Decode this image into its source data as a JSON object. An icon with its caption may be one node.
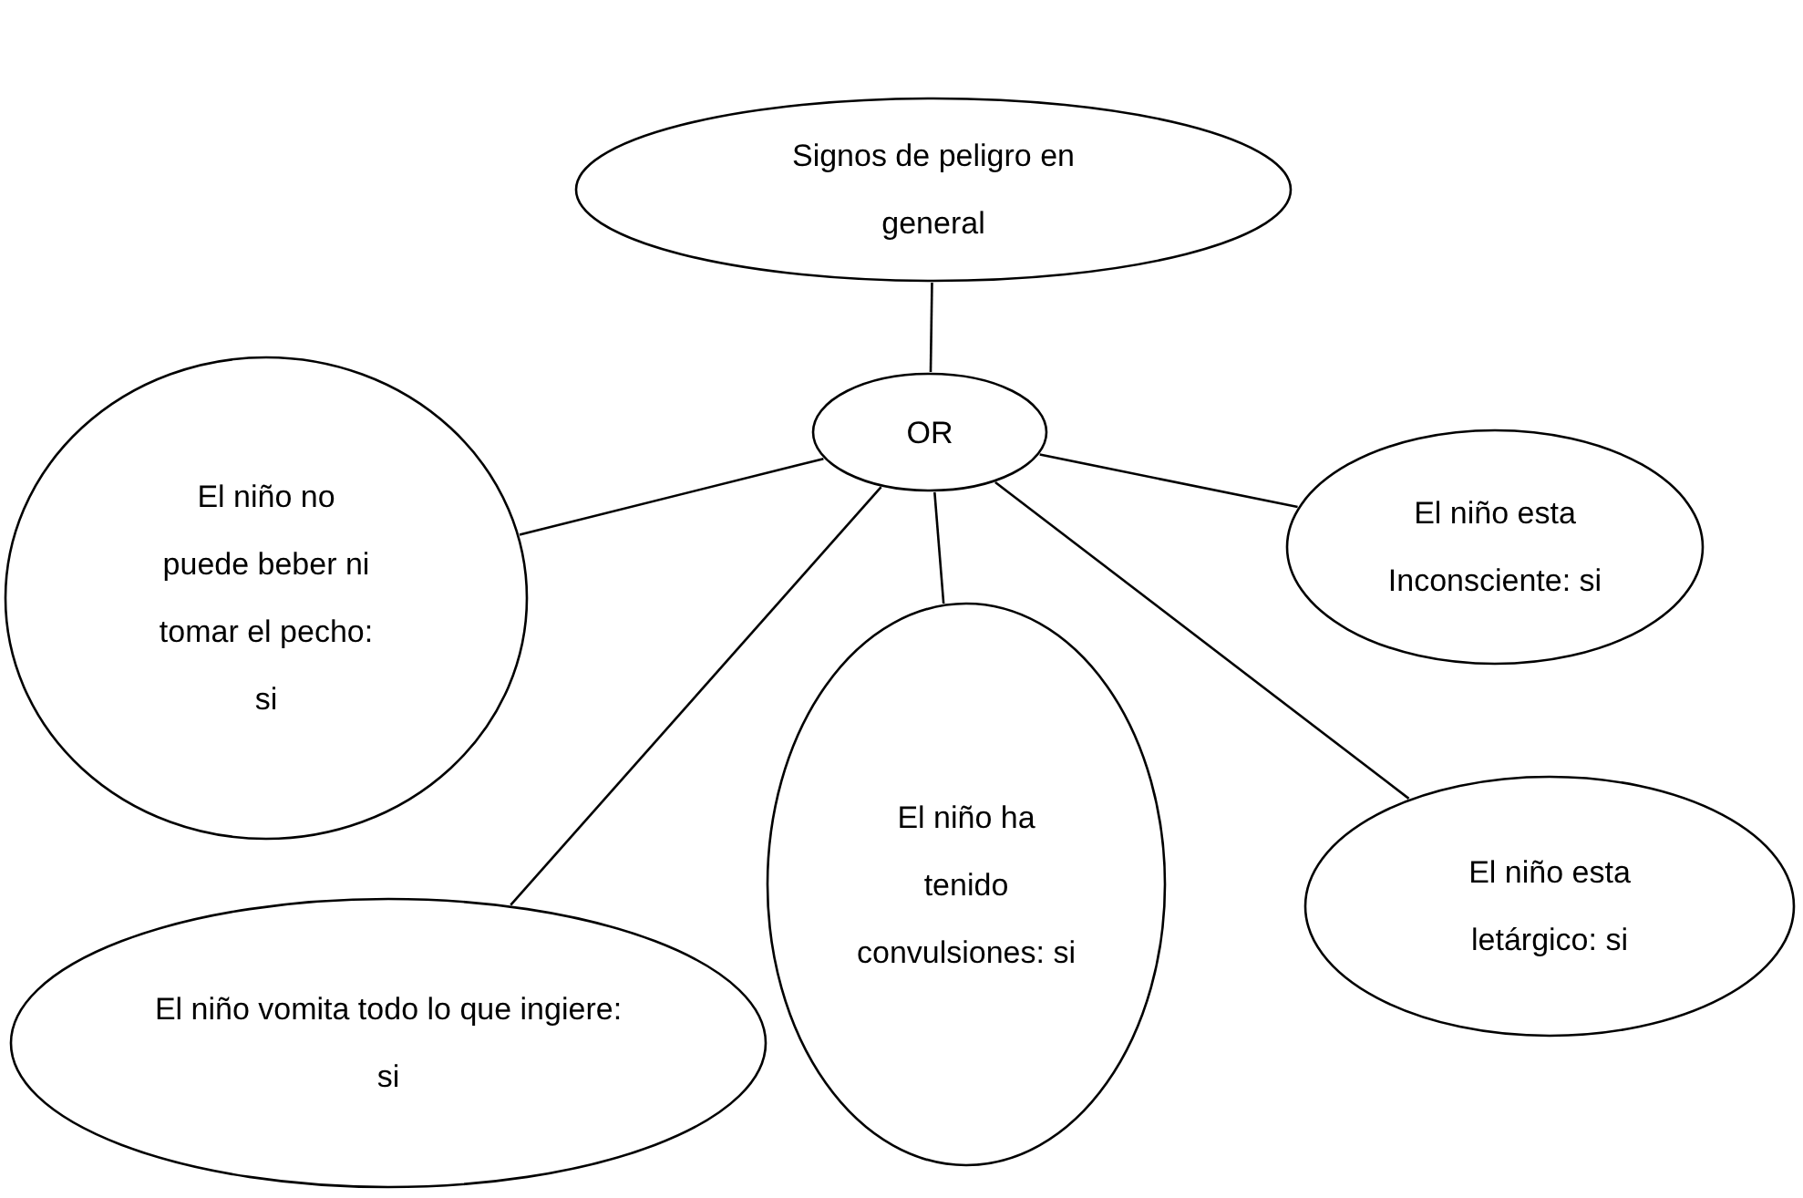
{
  "diagram": {
    "nodes": [
      {
        "text": [
          "Signos de peligro en general"
        ]
      },
      {
        "text": [
          "OR"
        ]
      },
      {
        "text": [
          "El niño no puede beber ni tomar el pecho: si"
        ]
      },
      {
        "text": [
          "El niño esta Inconsciente: si"
        ]
      },
      {
        "text": [
          "El niño ha tenido convulsiones: si"
        ]
      },
      {
        "text": [
          "El niño vomita todo lo que ingiere: si"
        ]
      },
      {
        "text": [
          "El niño esta letárgico: si"
        ]
      }
    ],
    "edges": [
      {
        "from": 0,
        "to": 1,
        "arrow": "none"
      },
      {
        "from": 1,
        "to": 2,
        "arrow": "none"
      },
      {
        "from": 1,
        "to": 3,
        "arrow": "none"
      },
      {
        "from": 1,
        "to": 4,
        "arrow": "none"
      },
      {
        "from": 1,
        "to": 5,
        "arrow": "none"
      },
      {
        "from": 1,
        "to": 6,
        "arrow": "none"
      }
    ]
  }
}
